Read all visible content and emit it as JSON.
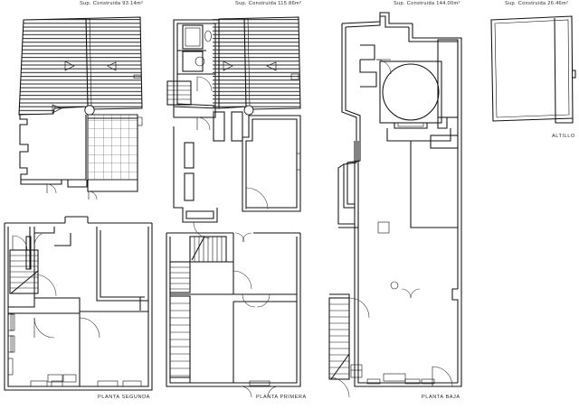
{
  "document": {
    "type": "architectural-floor-plans",
    "sheet_width": 640,
    "sheet_height": 453,
    "background_color": "#ffffff",
    "line_color": "#111111"
  },
  "plans": [
    {
      "id": "planta-segunda",
      "caption": "PLANTA SEGUNDA",
      "area_label": "Sup. Construida 93.14m²",
      "area_value": 93.14,
      "area_unit": "m²",
      "features": [
        "sloped-roof-hatch",
        "tiled-terrace-grid",
        "staircase",
        "door-swings",
        "chimney-circle"
      ]
    },
    {
      "id": "planta-primera",
      "caption": "PLANTA PRIMERA",
      "area_label": "Sup. Construida 115.86m²",
      "area_value": 115.86,
      "area_unit": "m²",
      "features": [
        "sloped-roof-hatch",
        "staircase",
        "door-swings",
        "fixtures",
        "chimney-circle"
      ]
    },
    {
      "id": "planta-baja",
      "caption": "PLANTA BAJA",
      "area_label": "Sup. Construida 144.00m²",
      "area_value": 144.0,
      "area_unit": "m²",
      "features": [
        "circular-feature",
        "staircase",
        "door-swings",
        "entry-openings",
        "column"
      ]
    },
    {
      "id": "altillo",
      "caption": "ALTILLO",
      "area_label": "Sup. Construida 26.46m²",
      "area_value": 26.46,
      "area_unit": "m²",
      "features": [
        "simple-quadrilateral-outline",
        "partition-line"
      ]
    }
  ]
}
